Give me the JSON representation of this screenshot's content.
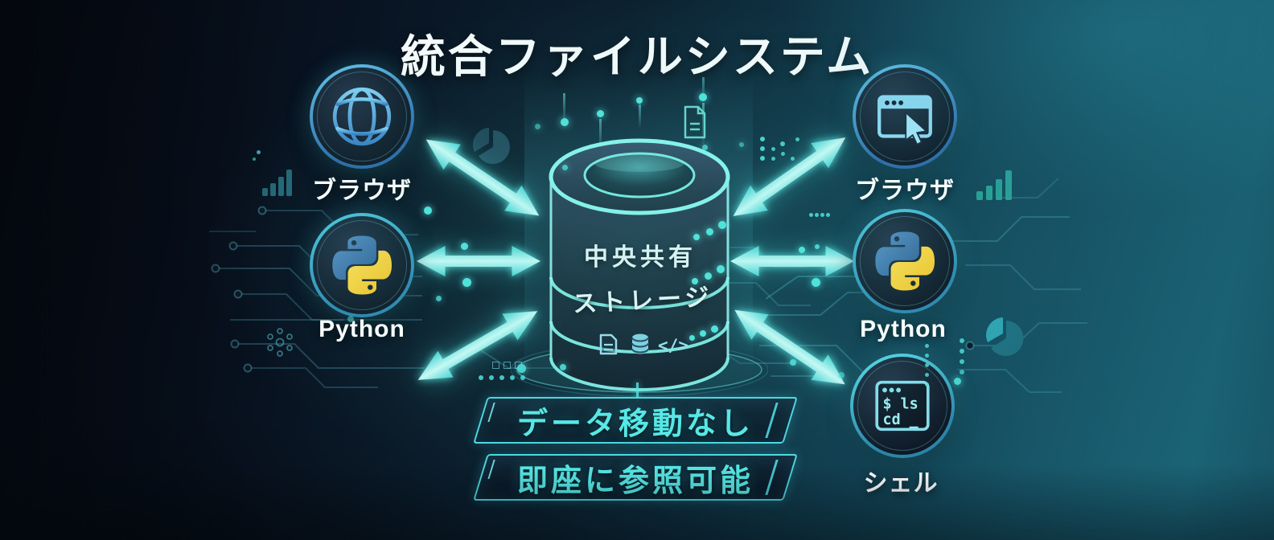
{
  "title": "統合ファイルシステム",
  "nodes": {
    "browser_left": {
      "label": "ブラウザ",
      "icon": "globe-icon"
    },
    "python_left": {
      "label": "Python",
      "icon": "python-icon"
    },
    "browser_right": {
      "label": "ブラウザ",
      "icon": "browser-window-icon"
    },
    "python_right": {
      "label": "Python",
      "icon": "python-icon"
    },
    "shell_right": {
      "label": "シェル",
      "icon": "terminal-icon",
      "line1": "$ ls",
      "line2": "cd _"
    }
  },
  "storage": {
    "line1": "中央共有",
    "line2": "ストレージ",
    "code_icon_label": "</>",
    "icons": [
      "document-icon",
      "database-icon",
      "code-icon"
    ]
  },
  "badges": {
    "badge1": "データ移動なし",
    "badge2": "即座に参照可能"
  },
  "colors": {
    "accent_cyan": "#57e8e8",
    "arrow_fill": "#7deee9",
    "rim_glow": "#8df4ec",
    "banner_border": "#4fd8e0",
    "python_blue": "#3b77a8",
    "python_yellow": "#ffd43b",
    "background_left": "#05080f",
    "background_right": "#1d6b7e",
    "label_text": "#ffffff"
  }
}
